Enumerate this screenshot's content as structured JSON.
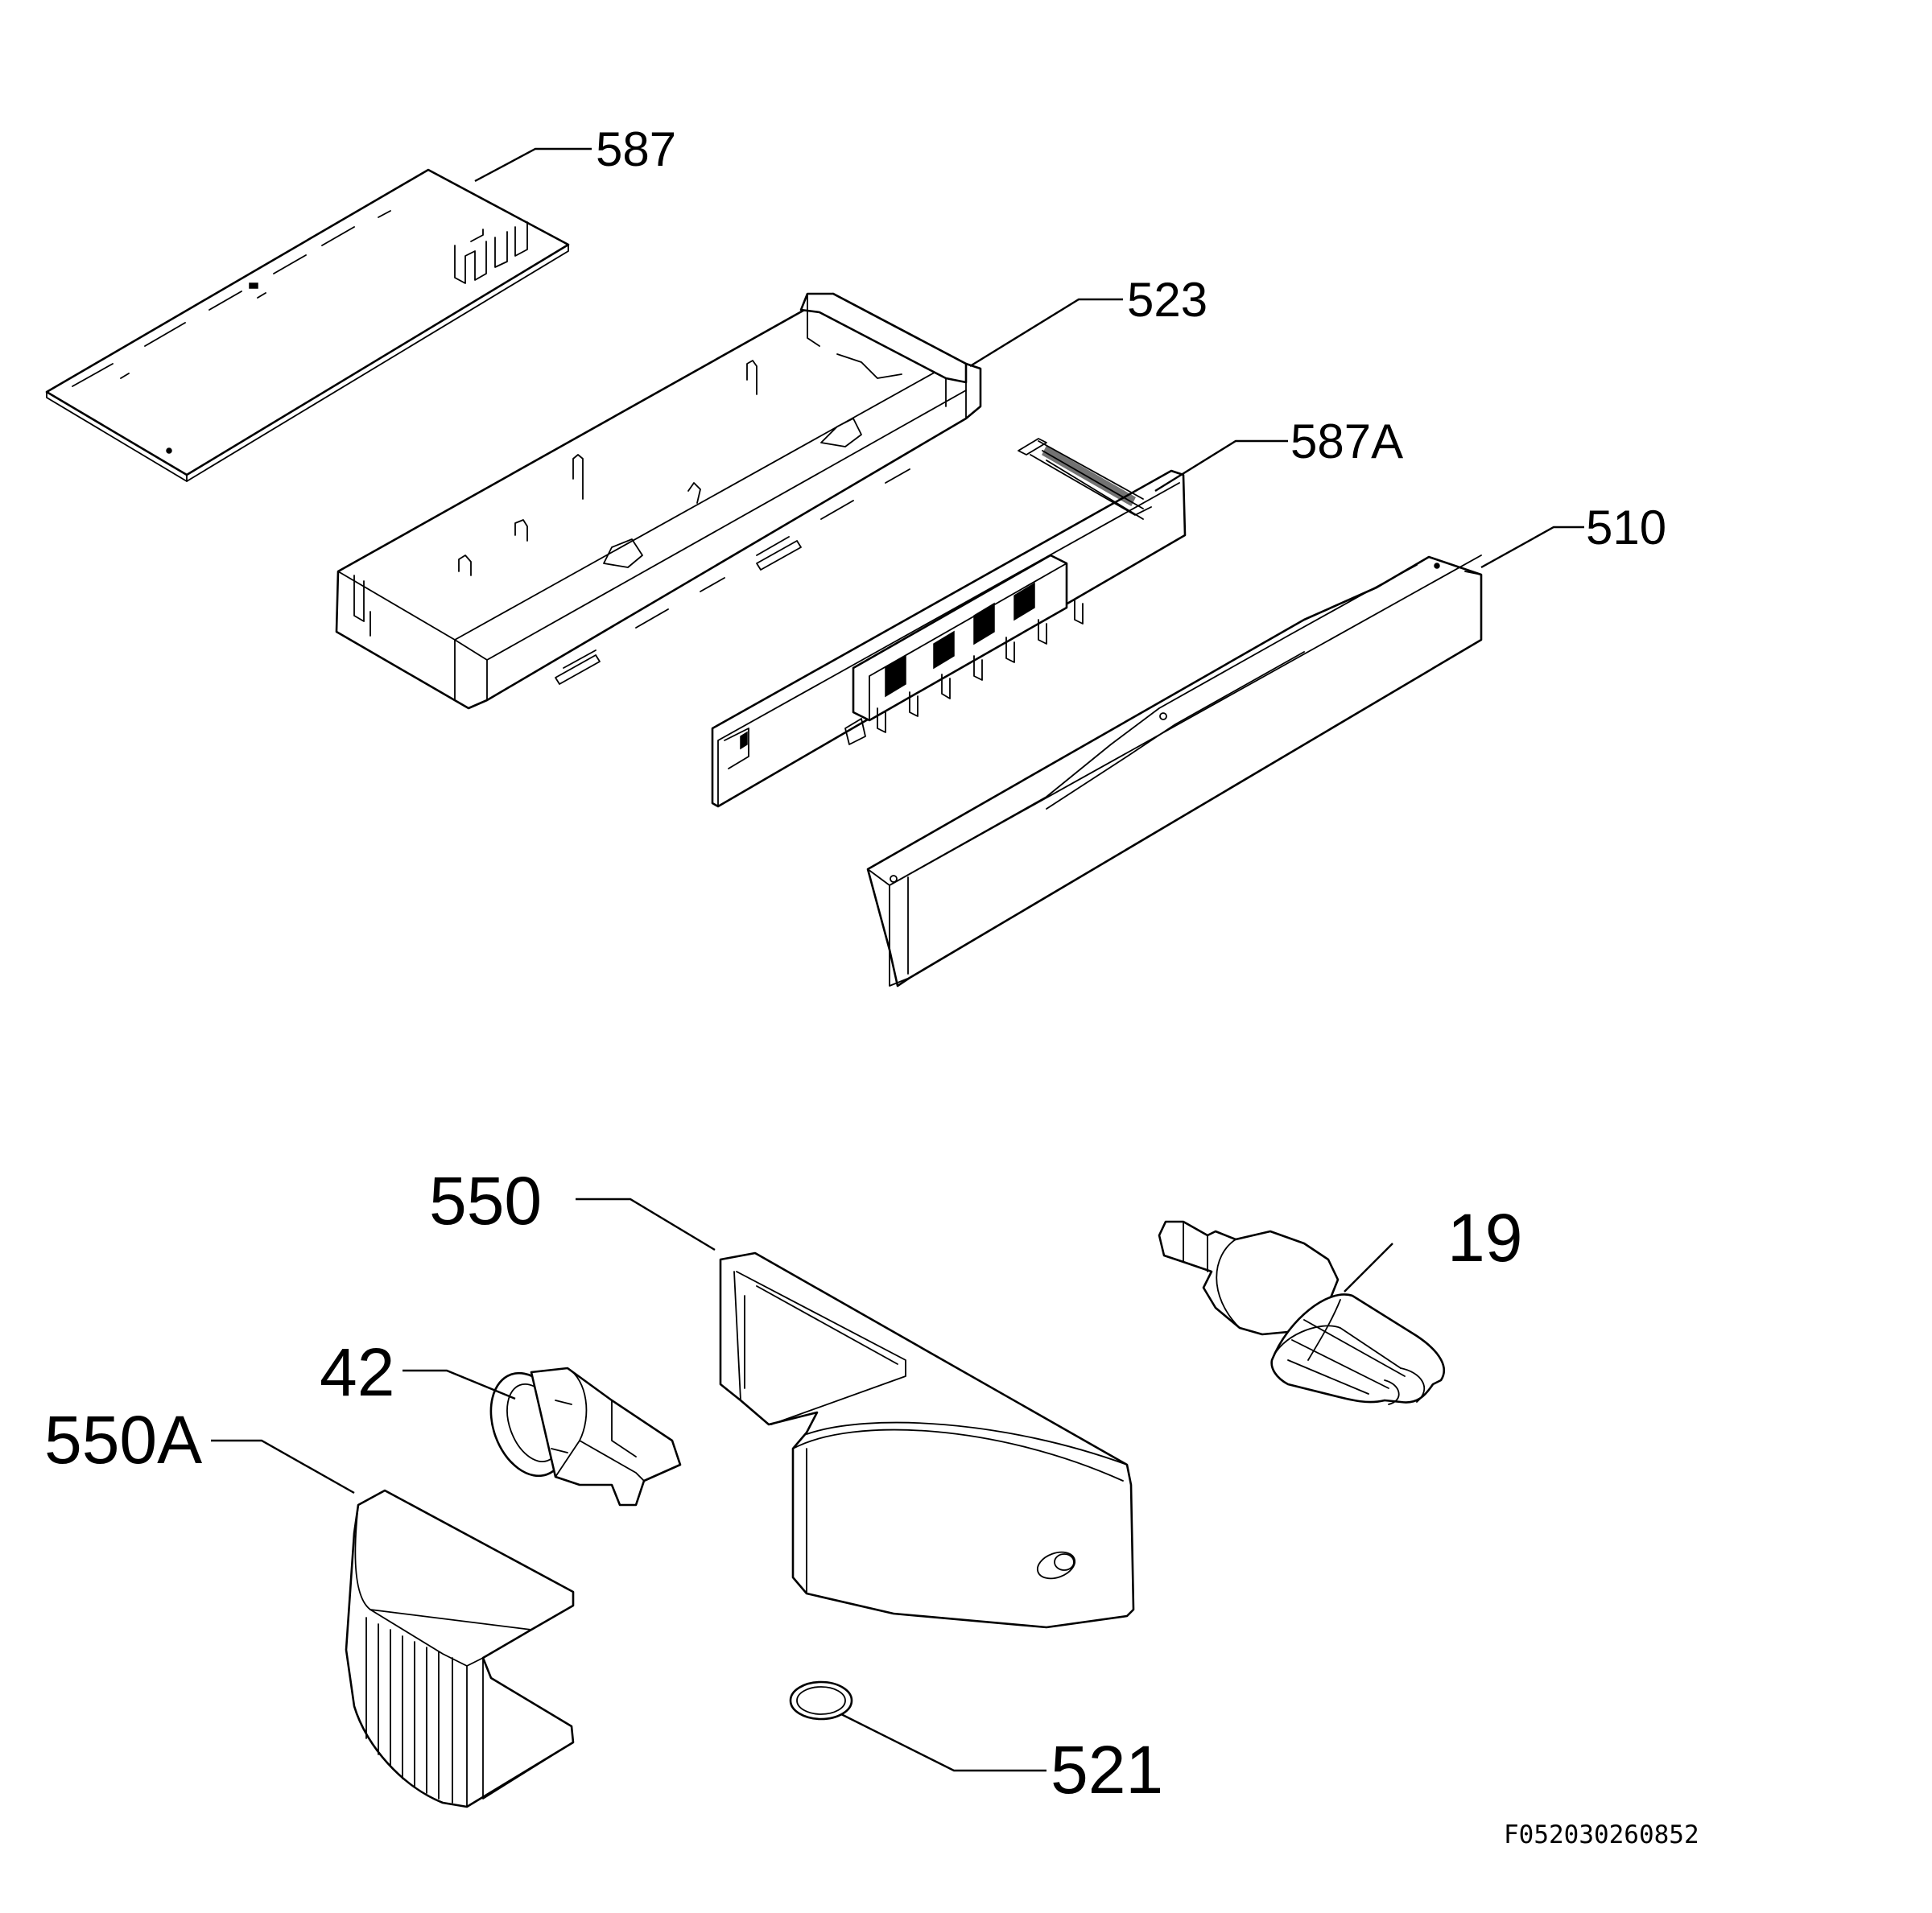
{
  "callouts": {
    "c587": "587",
    "c523": "523",
    "c587a": "587A",
    "c510": "510",
    "c550": "550",
    "c19": "19",
    "c42": "42",
    "c550a": "550A",
    "c521": "521"
  },
  "doc_id": "F052030260852"
}
